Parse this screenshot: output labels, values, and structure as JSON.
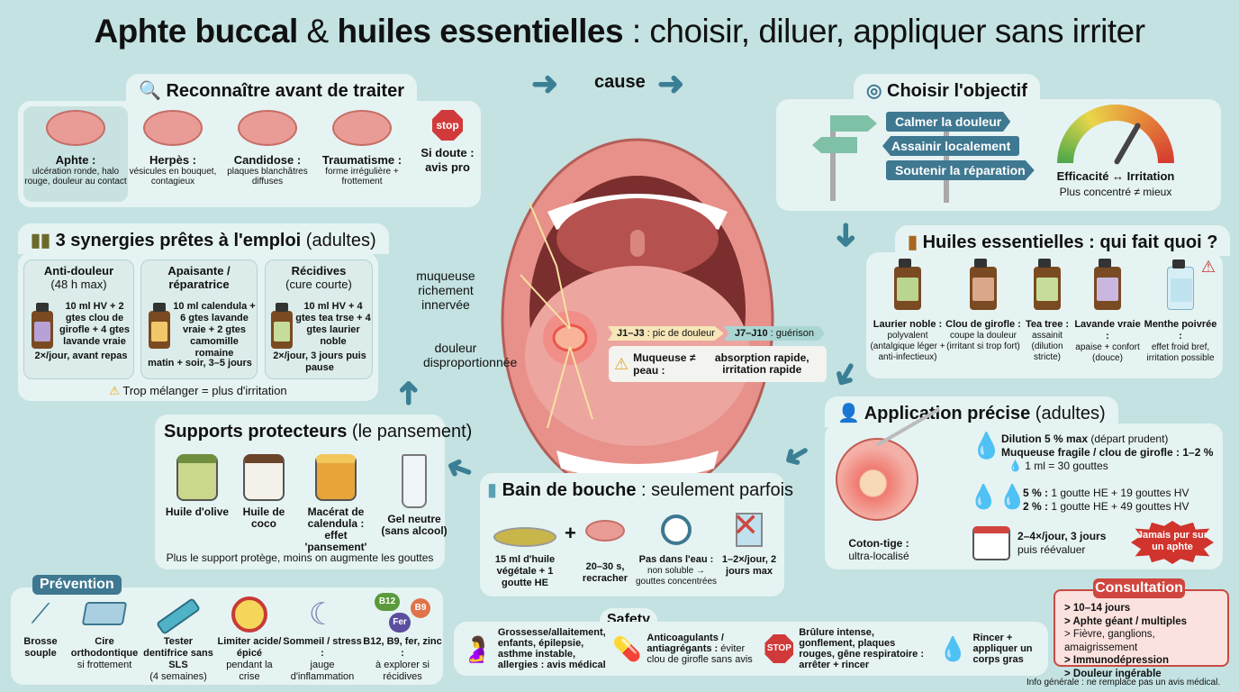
{
  "title": {
    "bold": "Aphte buccal",
    "amp": " & ",
    "bold2": "huiles essentielles",
    "rest": " : choisir, diluer, appliquer sans irriter"
  },
  "center": {
    "cause_label": "cause",
    "annot_nerves": "muqueuse richement innervée",
    "annot_pain": "douleur disproportionnée",
    "timeline": [
      {
        "bold": "J1–J3",
        "text": " : pic de douleur"
      },
      {
        "bold": "J7–J10",
        "text": " : guérison"
      }
    ],
    "warning_bold": "Muqueuse ≠ peau :",
    "warning_text": "absorption rapide, irritation rapide"
  },
  "recognize": {
    "title": "Reconnaître avant de traiter",
    "items": [
      {
        "name": "Aphte :",
        "desc": "ulcération ronde, halo rouge, douleur au contact"
      },
      {
        "name": "Herpès :",
        "desc": "vésicules en bouquet, contagieux"
      },
      {
        "name": "Candidose :",
        "desc": "plaques blanchâtres diffuses"
      },
      {
        "name": "Traumatisme :",
        "desc": "forme irrégulière + frottement"
      }
    ],
    "stop_label": "stop",
    "doubt": "Si doute : avis pro"
  },
  "synergies": {
    "title": "3 synergies prêtes à l'emploi",
    "title_suffix": "(adultes)",
    "cards": [
      {
        "name": "Anti-douleur",
        "sub": "(48 h max)",
        "recipe": "10 ml HV + 2 gtes clou de girofle + 4 gtes lavande vraie",
        "usage": "2×/jour, avant repas"
      },
      {
        "name": "Apaisante / réparatrice",
        "sub": "",
        "recipe": "10 ml calendula + 6 gtes lavande vraie + 2 gtes camomille romaine",
        "usage": "matin + soir, 3–5 jours"
      },
      {
        "name": "Récidives",
        "sub": "(cure courte)",
        "recipe": "10 ml HV + 4 gtes tea trse + 4 gtes laurier noble",
        "usage": "2×/jour, 3 jours puis pause"
      }
    ],
    "warning": "Trop mélanger = plus d'irritation"
  },
  "supports": {
    "title": "Supports protecteurs",
    "title_suffix": "(le pansement)",
    "items": [
      {
        "name": "Huile d'olive",
        "color": "#c9d88a",
        "lid": "#6f8f3f"
      },
      {
        "name": "Huile de coco",
        "color": "#f4f1ea",
        "lid": "#6b4329"
      },
      {
        "name": "Macérat de calendula : effet 'pansement'",
        "color": "#e7a43a",
        "lid": "#f2c75c"
      },
      {
        "name": "Gel neutre (sans alcool)",
        "color": "#eef4f7",
        "lid": "#cfd8dc"
      }
    ],
    "note": "Plus le support protège, moins on augmente les gouttes"
  },
  "prevention": {
    "title": "Prévention",
    "items": [
      {
        "bold": "Brosse souple",
        "text": ""
      },
      {
        "bold": "Cire orthodontique",
        "text": "si frottement"
      },
      {
        "bold": "Tester dentifrice sans SLS",
        "text": "(4 semaines)"
      },
      {
        "bold": "Limiter acide/épicé",
        "text": "pendant la crise"
      },
      {
        "bold": "Sommeil / stress :",
        "text": "jauge d'inflammation"
      },
      {
        "bold": "B12, B9, fer, zinc :",
        "text": "à explorer si récidives"
      }
    ],
    "vitamins": [
      "B12",
      "B9",
      "Fer"
    ]
  },
  "mouthwash": {
    "title": "Bain de bouche",
    "title_suffix": ": seulement parfois",
    "steps": [
      {
        "bold": "15 ml d'huile végétale + 1 goutte HE",
        "text": ""
      },
      {
        "bold": "20–30 s, recracher",
        "text": ""
      },
      {
        "bold": "Pas dans l'eau :",
        "text": "non soluble → gouttes concentrées"
      },
      {
        "bold": "1–2×/jour, 2 jours max",
        "text": ""
      }
    ]
  },
  "safety": {
    "title": "Safety",
    "items": [
      {
        "bold": "Grossesse/allaitement, enfants, épilepsie, asthme instable, allergies : avis médical",
        "text": ""
      },
      {
        "bold": "Anticoagulants / antiagrégants :",
        "text": "éviter clou de girofle sans avis"
      },
      {
        "bold": "Brûlure intense, gonflement, plaques rouges, gêne respiratoire : arrêter + rincer",
        "text": ""
      },
      {
        "bold": "Rincer + appliquer un corps gras",
        "text": ""
      }
    ],
    "stop_label": "STOP"
  },
  "objective": {
    "title": "Choisir l'objectif",
    "signs": [
      "Calmer la douleur",
      "Assainir localement",
      "Soutenir la réparation"
    ],
    "gauge_label": "Efficacité ↔ Irritation",
    "gauge_note": "Plus concentré ≠ mieux"
  },
  "oils": {
    "title": "Huiles essentielles : qui fait quoi ?",
    "items": [
      {
        "name": "Laurier noble :",
        "desc": "polyvalent (antalgique léger + anti-infectieux)",
        "label_color": "#b9d58e"
      },
      {
        "name": "Clou de girofle :",
        "desc": "coupe la douleur (irritant si trop fort)",
        "label_color": "#d9a88a"
      },
      {
        "name": "Tea tree :",
        "desc": "assainit (dilution stricte)",
        "label_color": "#c6dc9a"
      },
      {
        "name": "Lavande vraie :",
        "desc": "apaise + confort (douce)",
        "label_color": "#c9b7e0"
      },
      {
        "name": "Menthe poivrée :",
        "desc": "effet froid bref, irritation possible",
        "label_color": "#bfe4f0"
      }
    ]
  },
  "application": {
    "title": "Application précise",
    "title_suffix": "(adultes)",
    "swab_bold": "Coton-tige :",
    "swab_text": "ultra-localisé",
    "dilution_bold": "Dilution 5 % max",
    "dilution_text": " (départ prudent)",
    "fragile": "Muqueuse fragile / clou de girofle : 1–2 %",
    "ml": "1 ml = 30 gouttes",
    "ratio5_bold": "5 % :",
    "ratio5": " 1 goutte HE + 19 gouttes HV",
    "ratio2_bold": "2 % :",
    "ratio2": " 1 goutte HE + 49 gouttes HV",
    "freq_bold": "2–4×/jour, 3 jours",
    "freq_text": "puis réévaluer",
    "never": "Jamais pur sur un aphte"
  },
  "consultation": {
    "title": "Consultation",
    "items": [
      {
        "text": "> 10–14 jours",
        "bold": true
      },
      {
        "text": "> Aphte géant / multiples",
        "bold": true
      },
      {
        "text": "> Fièvre, ganglions, amaigrissement",
        "bold": false
      },
      {
        "text": "> Immunodépression",
        "bold": true
      },
      {
        "text": "> Douleur ingérable",
        "bold": true
      }
    ]
  },
  "footer": "Info générale : ne remplace pas un avis médical."
}
